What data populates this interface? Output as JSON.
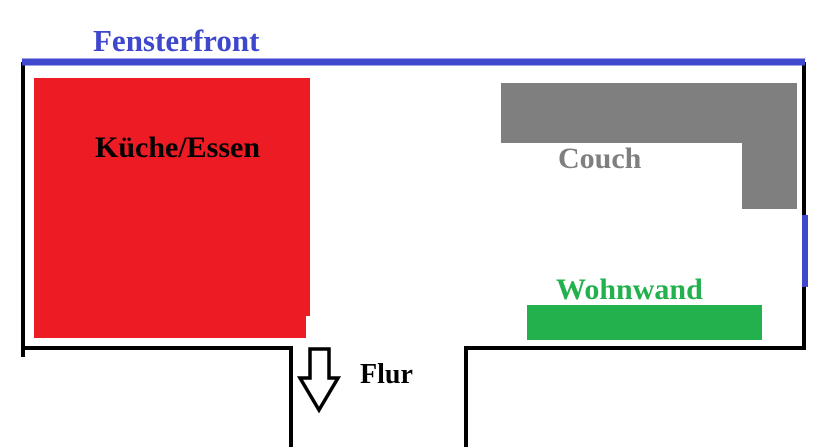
{
  "labels": {
    "window_front": "Fensterfront",
    "kitchen": "Küche/Essen",
    "couch": "Couch",
    "wall_unit": "Wohnwand",
    "hallway": "Flur"
  },
  "colors": {
    "window": "#3f48cc",
    "kitchen": "#ed1c24",
    "couch": "#7f7f7f",
    "wall_unit": "#22b14c",
    "wall": "#000000"
  }
}
